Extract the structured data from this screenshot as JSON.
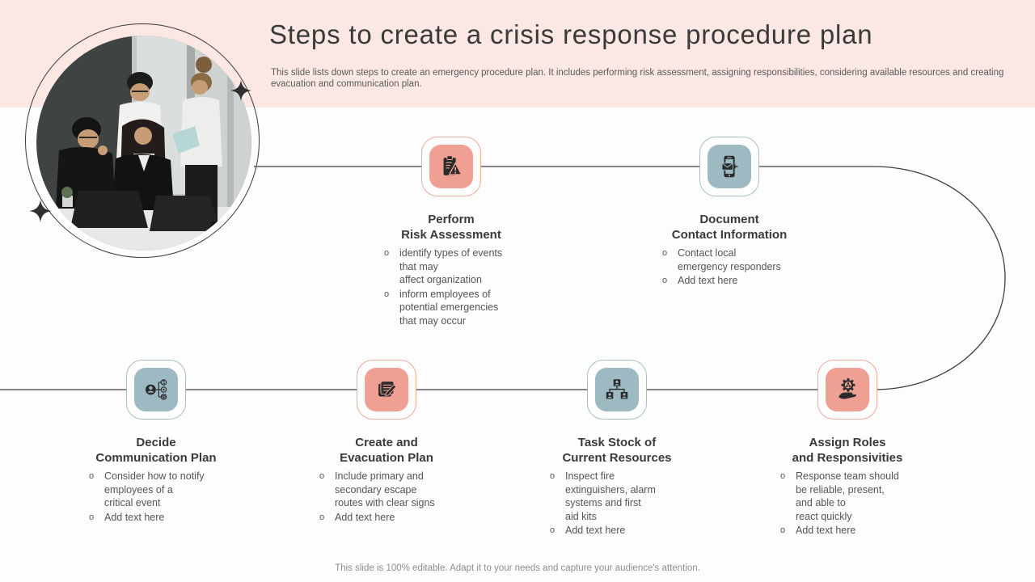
{
  "slide": {
    "title": "Steps to create a crisis response procedure plan",
    "subtitle": "This slide lists down steps to create an emergency procedure plan. It includes performing risk assessment, assigning responsibilities, considering available resources and creating evacuation and communication plan.",
    "footer": "This slide is 100% editable. Adapt it to your needs and capture your audience's attention.",
    "bullet_glyph": "o",
    "photo_alt": "team-of-four-office-workers-with-laptops"
  },
  "colors": {
    "band": "#fbe7e3",
    "salmon": "#efa093",
    "salmon_border": "#f0a89b",
    "blue": "#9dbac2",
    "blue_border": "#a7c0c7",
    "line": "#3f3f3f",
    "heading": "#3a3a3a",
    "body": "#545454",
    "footer_text": "#8d8d8d"
  },
  "steps": [
    {
      "title": "Perform\nRisk Assessment",
      "icon": "clipboard-warning-icon",
      "accent": "salmon",
      "bullets": [
        "identify types of events\nthat may\naffect organization",
        "inform employees of\npotential emergencies\nthat may occur"
      ]
    },
    {
      "title": "Document\nContact Information",
      "icon": "phone-mail-icon",
      "accent": "blue",
      "bullets": [
        "Contact local\nemergency responders",
        "Add text here"
      ]
    },
    {
      "title": "Decide\nCommunication Plan",
      "icon": "person-distribution-icon",
      "accent": "blue",
      "bullets": [
        "Consider how to notify\nemployees of a\ncritical event",
        "Add text here"
      ]
    },
    {
      "title": "Create and\nEvacuation Plan",
      "icon": "notes-pencil-icon",
      "accent": "salmon",
      "bullets": [
        "Include primary and\nsecondary escape\nroutes with clear signs",
        "Add text here"
      ]
    },
    {
      "title": "Task Stock of\nCurrent Resources",
      "icon": "org-chart-icon",
      "accent": "blue",
      "bullets": [
        "Inspect fire\nextinguishers, alarm\nsystems and first\naid kits",
        "Add text here"
      ]
    },
    {
      "title": "Assign Roles\nand Responsivities",
      "icon": "hand-gear-icon",
      "accent": "salmon",
      "bullets": [
        "Response team should\nbe reliable, present,\nand able to\nreact quickly",
        "Add text here"
      ]
    }
  ]
}
